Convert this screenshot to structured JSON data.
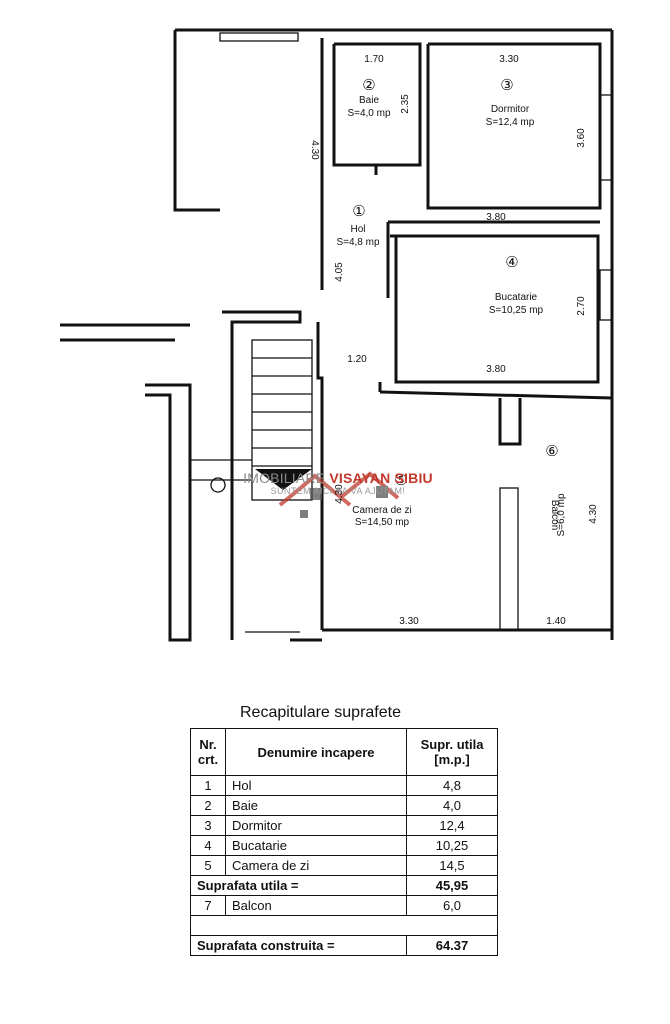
{
  "plan": {
    "rooms": [
      {
        "num": "①",
        "name": "Hol",
        "area": "S=4,8 mp"
      },
      {
        "num": "②",
        "name": "Baie",
        "area": "S=4,0 mp"
      },
      {
        "num": "③",
        "name": "Dormitor",
        "area": "S=12,4 mp"
      },
      {
        "num": "④",
        "name": "Bucatarie",
        "area": "S=10,25 mp"
      },
      {
        "num": "⑤",
        "name": "Camera de zi",
        "area": "S=14,50 mp"
      },
      {
        "num": "⑥",
        "name": "Balcon",
        "area": "S=6,0 mp"
      }
    ],
    "dims": [
      "1.70",
      "3.30",
      "2.35",
      "4.30",
      "3.60",
      "3.80",
      "4.05",
      "2.70",
      "1.20",
      "3.80",
      "4.30",
      "3.30",
      "1.40",
      "4.30"
    ]
  },
  "watermark": {
    "brand_a": "IMOBILIARE ",
    "brand_b": "VISAYAN SIBIU",
    "slogan": "SUNTEM AICI SA VA AJUTAM!"
  },
  "recap": {
    "title": "Recapitulare suprafete",
    "headers": {
      "nr": "Nr. crt.",
      "name": "Denumire incapere",
      "area": "Supr. utila [m.p.]"
    },
    "rows": [
      {
        "nr": "1",
        "name": "Hol",
        "area": "4,8"
      },
      {
        "nr": "2",
        "name": "Baie",
        "area": "4,0"
      },
      {
        "nr": "3",
        "name": "Dormitor",
        "area": "12,4"
      },
      {
        "nr": "4",
        "name": "Bucatarie",
        "area": "10,25"
      },
      {
        "nr": "5",
        "name": "Camera de zi",
        "area": "14,5"
      }
    ],
    "util_label": "Suprafata utila =",
    "util_value": "45,95",
    "balcon": {
      "nr": "7",
      "name": "Balcon",
      "area": "6,0"
    },
    "built_label": "Suprafata construita =",
    "built_value": "64.37"
  }
}
